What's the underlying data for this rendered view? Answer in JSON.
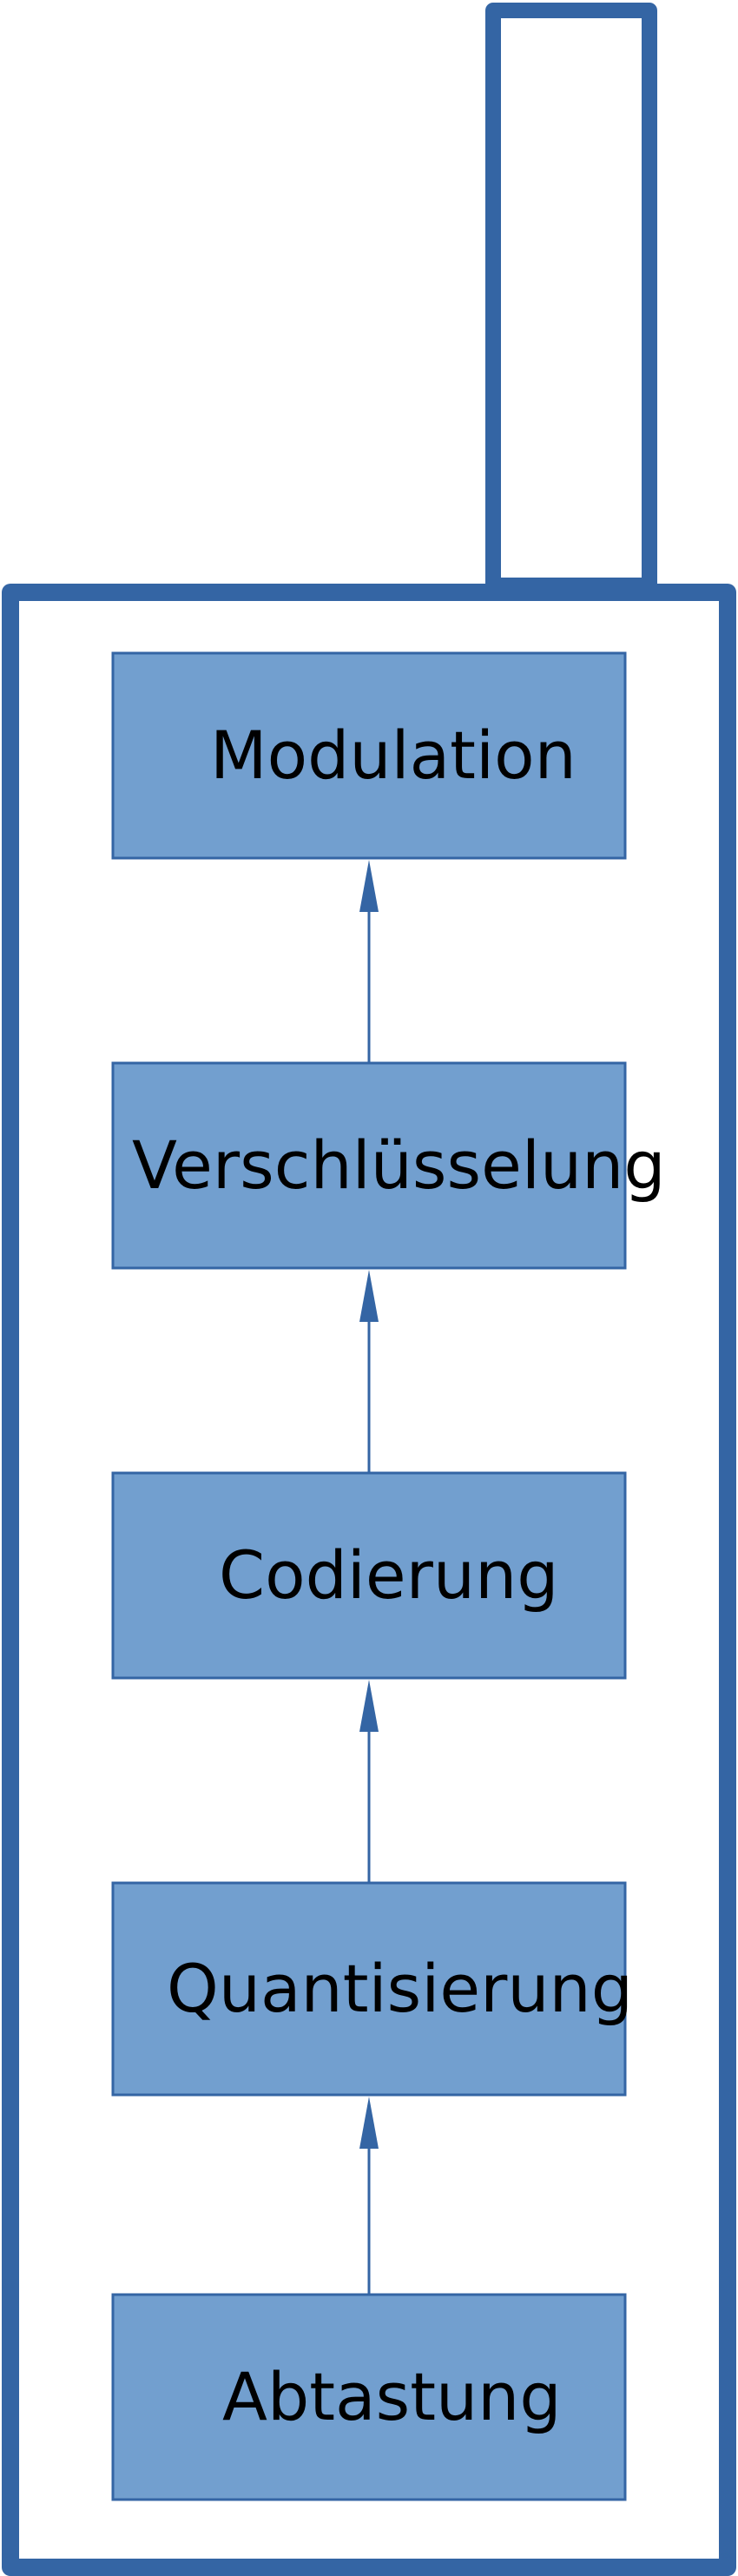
{
  "diagram": {
    "stages": [
      {
        "id": "modulation",
        "label": "Modulation"
      },
      {
        "id": "verschluesselung",
        "label": "Verschlüsselung"
      },
      {
        "id": "codierung",
        "label": "Codierung"
      },
      {
        "id": "quantisierung",
        "label": "Quantisierung"
      },
      {
        "id": "abtastung",
        "label": "Abtastung"
      }
    ],
    "flow": [
      {
        "from": "abtastung",
        "to": "quantisierung"
      },
      {
        "from": "quantisierung",
        "to": "codierung"
      },
      {
        "from": "codierung",
        "to": "verschluesselung"
      },
      {
        "from": "verschluesselung",
        "to": "modulation"
      }
    ],
    "colors": {
      "outline": "#3465a4",
      "box_fill": "#729fcf",
      "box_stroke": "#3465a4",
      "arrow": "#3465a4",
      "text": "#000000",
      "background": "#ffffff"
    }
  }
}
